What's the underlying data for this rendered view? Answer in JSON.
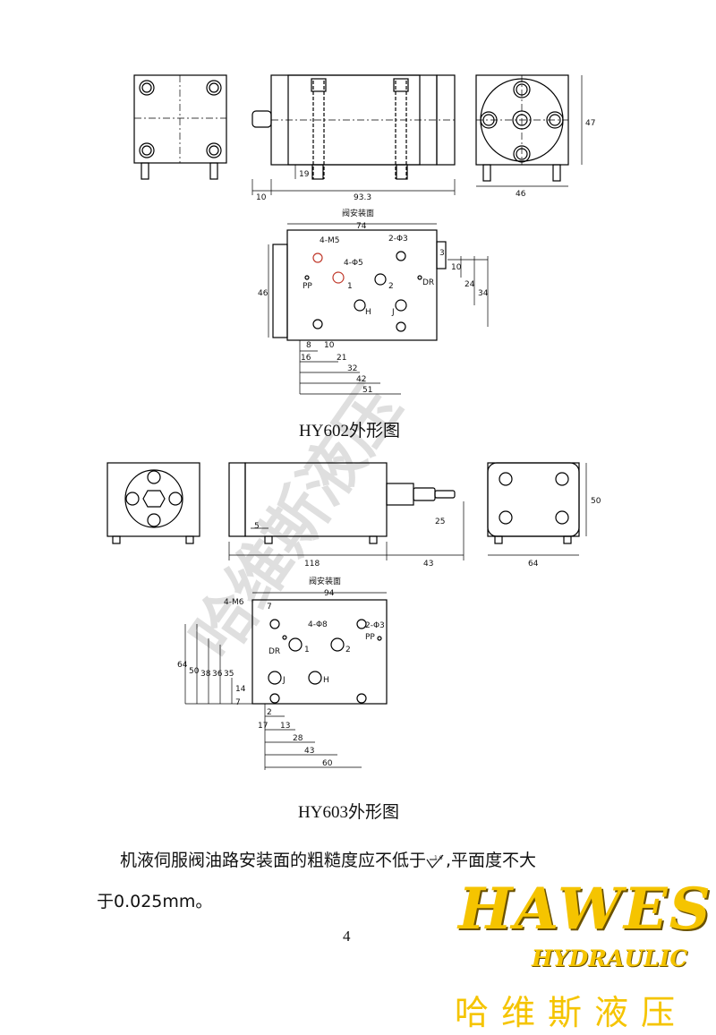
{
  "drawing1": {
    "caption": "HY602外形图",
    "face_title": "阀安装面",
    "dims_top": [
      "10",
      "93.3",
      "46",
      "47",
      "19"
    ],
    "face_labels": [
      "4-M5",
      "2-Φ3",
      "4-Φ5",
      "PP",
      "1",
      "2",
      "DR",
      "H",
      "J"
    ],
    "face_dims_right": [
      "3",
      "10",
      "24",
      "34"
    ],
    "face_dim_left": "46",
    "face_dim_top": "74",
    "face_dims_bottom": [
      "8",
      "10",
      "16",
      "21",
      "32",
      "42",
      "51"
    ]
  },
  "drawing2": {
    "caption": "HY603外形图",
    "face_title": "阀安装面",
    "dims_top": [
      "5",
      "118",
      "43",
      "25",
      "64",
      "50"
    ],
    "face_labels": [
      "4-M6",
      "4-Φ8",
      "2-Φ3",
      "DR",
      "PP",
      "1",
      "2",
      "J",
      "H"
    ],
    "face_dim_top": "94",
    "face_dims_left": [
      "64",
      "50",
      "38",
      "36",
      "35",
      "14",
      "7"
    ],
    "face_dims_top_small": [
      "7"
    ],
    "face_dims_bottom": [
      "2",
      "17",
      "13",
      "28",
      "43",
      "60"
    ]
  },
  "text": {
    "line1_a": "机液伺服阀油路安装面的粗糙度应不低于",
    "finish_value": "1.6",
    "line1_b": ",平面度不大",
    "line2": "于0.025mm。"
  },
  "page_number": "4",
  "watermark": "哈维斯液压",
  "logo": {
    "main": "HAWES",
    "sub": "HYDRAULIC",
    "cn": "哈维斯液压",
    "color": "#f5c400"
  }
}
